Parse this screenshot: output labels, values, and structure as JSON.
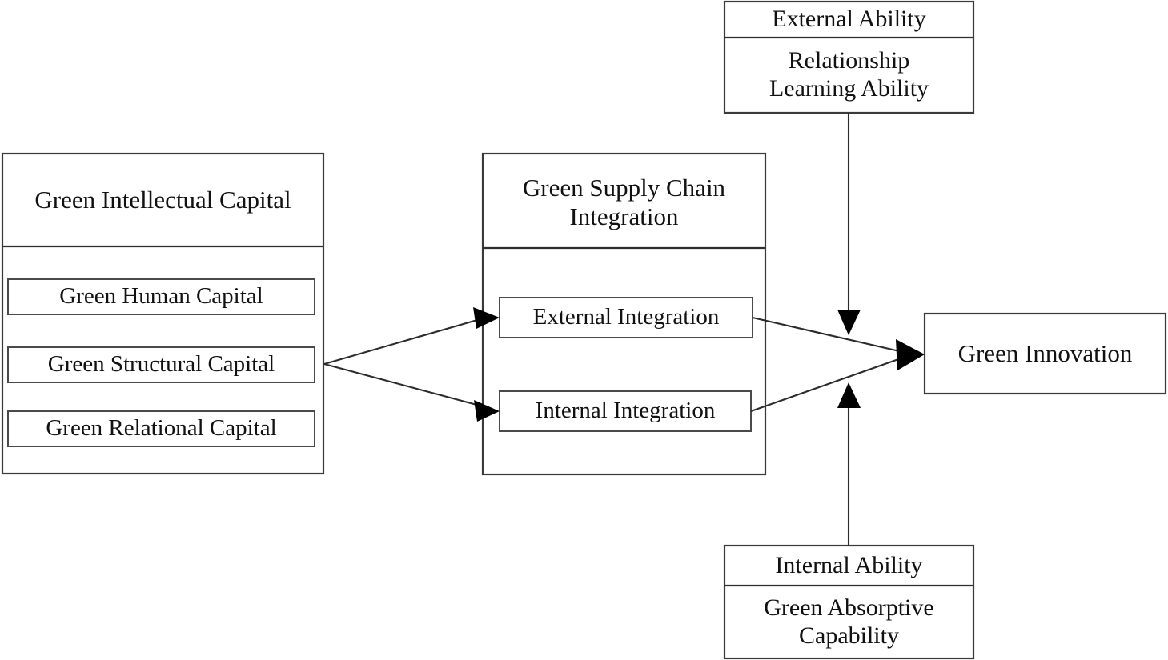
{
  "diagram": {
    "title": "Green Intellectual Capital, Green Supply Chain Integration and Green Innovation research model",
    "type": "conceptual-framework",
    "colors": {
      "background": "#ffffff",
      "box_border": "#3a3a3a",
      "inner_box_border": "#4a4a4a",
      "connector": "#2b2b2b",
      "text": "#111111"
    },
    "boxes": {
      "green_intellectual_capital": {
        "header": "Green Intellectual Capital",
        "items": [
          "Green Human Capital",
          "Green Structural Capital",
          "Green Relational Capital"
        ]
      },
      "green_supply_chain_integration": {
        "header": "Green Supply Chain\nIntegration",
        "items": [
          "External Integration",
          "Internal Integration"
        ]
      },
      "external_ability": {
        "header": "External Ability",
        "body": "Relationship\nLearning Ability"
      },
      "internal_ability": {
        "header": "Internal Ability",
        "body": "Green Absorptive\nCapability"
      },
      "green_innovation": {
        "label": "Green Innovation"
      }
    },
    "connections": [
      {
        "name": "gic-to-external-integration",
        "from": "Green Intellectual Capital",
        "to": "External Integration",
        "style": "solid-arrow"
      },
      {
        "name": "gic-to-internal-integration",
        "from": "Green Intellectual Capital",
        "to": "Internal Integration",
        "style": "solid-arrow"
      },
      {
        "name": "external-integration-to-green-innovation",
        "from": "External Integration",
        "to": "Green Innovation",
        "style": "solid-arrow"
      },
      {
        "name": "internal-integration-to-green-innovation",
        "from": "Internal Integration",
        "to": "Green Innovation",
        "style": "solid-arrow"
      },
      {
        "name": "external-ability-moderator",
        "from": "Relationship Learning Ability",
        "to": "External Integration to Green Innovation path",
        "style": "moderating-arrow-down"
      },
      {
        "name": "internal-ability-moderator",
        "from": "Green Absorptive Capability",
        "to": "Internal Integration to Green Innovation path",
        "style": "moderating-arrow-up"
      }
    ]
  }
}
